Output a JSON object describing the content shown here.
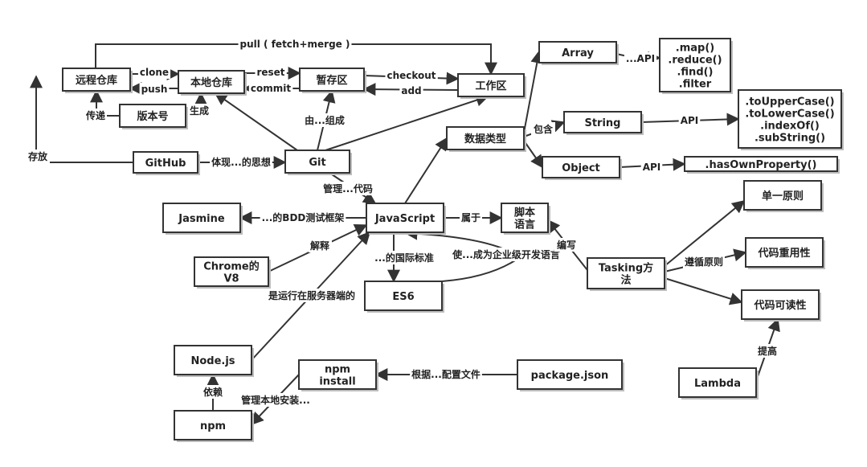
{
  "diagram": {
    "nodes": [
      {
        "id": "remote",
        "label": "远程仓库"
      },
      {
        "id": "local",
        "label": "本地仓库"
      },
      {
        "id": "stage",
        "label": "暂存区"
      },
      {
        "id": "work",
        "label": "工作区"
      },
      {
        "id": "version",
        "label": "版本号"
      },
      {
        "id": "github",
        "label": "GitHub"
      },
      {
        "id": "git",
        "label": "Git"
      },
      {
        "id": "array",
        "label": "Array"
      },
      {
        "id": "array_api",
        "label": ".map()\n.reduce()\n.find()\n.filter"
      },
      {
        "id": "string",
        "label": "String"
      },
      {
        "id": "string_api",
        "label": ".toUpperCase()\n.toLowerCase()\n.indexOf()\n.subString()"
      },
      {
        "id": "object",
        "label": "Object"
      },
      {
        "id": "object_api",
        "label": ".hasOwnProperty()"
      },
      {
        "id": "datatype",
        "label": "数据类型"
      },
      {
        "id": "jasmine",
        "label": "Jasmine"
      },
      {
        "id": "js",
        "label": "JavaScript"
      },
      {
        "id": "script",
        "label": "脚本\n语言"
      },
      {
        "id": "chrome",
        "label": "Chrome的\nV8"
      },
      {
        "id": "es6",
        "label": "ES6"
      },
      {
        "id": "tasking",
        "label": "Tasking方\n法"
      },
      {
        "id": "single",
        "label": "单一原则"
      },
      {
        "id": "reuse",
        "label": "代码重用性"
      },
      {
        "id": "readable",
        "label": "代码可读性"
      },
      {
        "id": "lambda",
        "label": "Lambda"
      },
      {
        "id": "node",
        "label": "Node.js"
      },
      {
        "id": "npm_install",
        "label": "npm\ninstall"
      },
      {
        "id": "package",
        "label": "package.json"
      },
      {
        "id": "npm",
        "label": "npm"
      }
    ],
    "edges": [
      {
        "id": "pull",
        "from": "remote",
        "to": "work",
        "label": "pull ( fetch+merge )"
      },
      {
        "id": "clone",
        "from": "remote",
        "to": "local",
        "label": "clone"
      },
      {
        "id": "push",
        "from": "local",
        "to": "remote",
        "label": "push"
      },
      {
        "id": "reset",
        "from": "local",
        "to": "stage",
        "label": "reset"
      },
      {
        "id": "commit",
        "from": "stage",
        "to": "local",
        "label": "commit"
      },
      {
        "id": "checkout",
        "from": "stage",
        "to": "work",
        "label": "checkout"
      },
      {
        "id": "add",
        "from": "work",
        "to": "stage",
        "label": "add"
      },
      {
        "id": "transfer",
        "from": "version",
        "to": "remote",
        "label": "传递"
      },
      {
        "id": "generate",
        "from": "version",
        "to": "local",
        "label": "生成"
      },
      {
        "id": "store",
        "from": "github",
        "to": "remote",
        "label": "存放"
      },
      {
        "id": "idea",
        "from": "github",
        "to": "git",
        "label": "体现...的思想"
      },
      {
        "id": "compose",
        "from": "git",
        "to": "stage",
        "label": "由...组成"
      },
      {
        "id": "git_local",
        "from": "git",
        "to": "local",
        "label": ""
      },
      {
        "id": "git_work",
        "from": "git",
        "to": "work",
        "label": ""
      },
      {
        "id": "manage_code",
        "from": "git",
        "to": "js",
        "label": "管理...代码"
      },
      {
        "id": "js_datatype",
        "from": "js",
        "to": "datatype",
        "label": ""
      },
      {
        "id": "contains",
        "from": "datatype",
        "to": "string",
        "label": "包含"
      },
      {
        "id": "dt_array",
        "from": "datatype",
        "to": "array",
        "label": ""
      },
      {
        "id": "dt_object",
        "from": "datatype",
        "to": "object",
        "label": ""
      },
      {
        "id": "array_api_edge",
        "from": "array",
        "to": "array_api",
        "label": "...API"
      },
      {
        "id": "string_api_edge",
        "from": "string",
        "to": "string_api",
        "label": "API"
      },
      {
        "id": "object_api_edge",
        "from": "object",
        "to": "object_api",
        "label": "API"
      },
      {
        "id": "bdd",
        "from": "js",
        "to": "jasmine",
        "label": "...的BDD测试框架"
      },
      {
        "id": "belongs",
        "from": "js",
        "to": "script",
        "label": "属于"
      },
      {
        "id": "interpret",
        "from": "chrome",
        "to": "js",
        "label": "解释"
      },
      {
        "id": "standard",
        "from": "js",
        "to": "es6",
        "label": "...的国际标准"
      },
      {
        "id": "enterprise",
        "from": "es6",
        "to": "js",
        "label": "使...成为企业级开发语言"
      },
      {
        "id": "write",
        "from": "tasking",
        "to": "script",
        "label": "编写"
      },
      {
        "id": "follow",
        "from": "tasking",
        "to": "reuse",
        "label": "遵循原则"
      },
      {
        "id": "t_single",
        "from": "tasking",
        "to": "single",
        "label": ""
      },
      {
        "id": "t_readable",
        "from": "tasking",
        "to": "readable",
        "label": ""
      },
      {
        "id": "improve",
        "from": "lambda",
        "to": "readable",
        "label": "提高"
      },
      {
        "id": "server",
        "from": "node",
        "to": "js",
        "label": "是运行在服务器端的"
      },
      {
        "id": "depend",
        "from": "npm",
        "to": "node",
        "label": "依赖"
      },
      {
        "id": "config",
        "from": "package",
        "to": "npm_install",
        "label": "根据...配置文件"
      },
      {
        "id": "manage_local",
        "from": "npm_install",
        "to": "npm",
        "label": "管理本地安装..."
      }
    ]
  }
}
